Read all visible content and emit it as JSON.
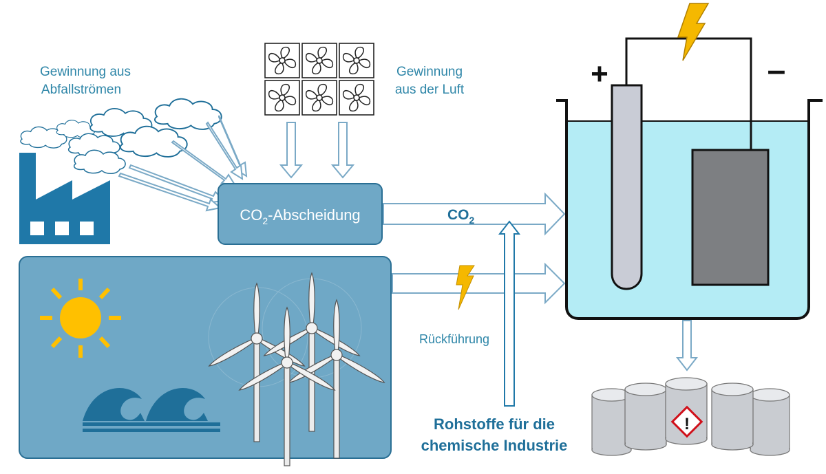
{
  "labels": {
    "waste_line1": "Gewinnung aus",
    "waste_line2": "Abfallströmen",
    "air_line1": "Gewinnung",
    "air_line2": "aus der Luft",
    "capture_main": "CO",
    "capture_sub": "2",
    "capture_rest": "-Abscheidung",
    "co2_main": "CO",
    "co2_sub": "2",
    "recycle": "Rückführung",
    "output_line1": "Rohstoffe für die",
    "output_line2": "chemische Industrie",
    "anode_sign": "+",
    "cathode_sign": "–"
  },
  "colors": {
    "text_blue": "#2e86a8",
    "dark_blue": "#1f6f99",
    "box_fill": "#6fa8c6",
    "box_stroke": "#2a6f94",
    "arrow_stroke": "#7aa9c6",
    "electrolyte": "#b4ecf5",
    "lightning": "#f5b800",
    "sun": "#ffc000",
    "factory": "#1f78a8"
  },
  "icons": [
    "factory-icon",
    "cloud-icon",
    "fan-icon",
    "sun-icon",
    "wave-icon",
    "wind-turbine-icon",
    "lightning-icon",
    "barrel-icon",
    "hazard-icon",
    "electrode-icon"
  ]
}
